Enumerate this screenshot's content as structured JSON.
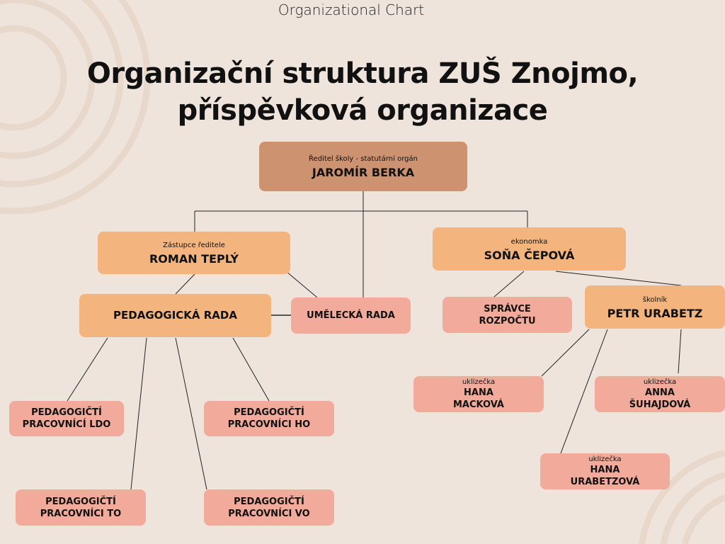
{
  "header": "Organizational Chart",
  "title_line1": "Organizační struktura ZUŠ Znojmo,",
  "title_line2": "příspěvková organizace",
  "director": {
    "role": "Ředitel školy - statutární orgán",
    "name": "JAROMÍR BERKA"
  },
  "deputy": {
    "role": "Zástupce ředitele",
    "name": "ROMAN TEPLÝ"
  },
  "economist": {
    "role": "ekonomka",
    "name": "SOŇA ČEPOVÁ"
  },
  "ped_council": "PEDAGOGICKÁ RADA",
  "art_council": "UMĚLECKÁ RADA",
  "budget": {
    "l1": "SPRÁVCE",
    "l2": "ROZPOČTU"
  },
  "janitor": {
    "role": "školník",
    "name": "PETR URABETZ"
  },
  "ldo": {
    "l1": "PEDAGOGIČTÍ",
    "l2": "PRACOVNÍCÍ LDO"
  },
  "ho": {
    "l1": "PEDAGOGIČTÍ",
    "l2": "PRACOVNÍCI HO"
  },
  "to": {
    "l1": "PEDAGOGIČTÍ",
    "l2": "PRACOVNÍCI TO"
  },
  "vo": {
    "l1": "PEDAGOGIČTÍ",
    "l2": "PRACOVNÍCI VO"
  },
  "cleaner1": {
    "role": "uklizečka",
    "l1": "HANA",
    "l2": "MACKOVÁ"
  },
  "cleaner2": {
    "role": "uklizečka",
    "l1": "ANNA",
    "l2": "ŠUHAJDOVÁ"
  },
  "cleaner3": {
    "role": "uklizečka",
    "l1": "HANA",
    "l2": "URABETZOVÁ"
  }
}
